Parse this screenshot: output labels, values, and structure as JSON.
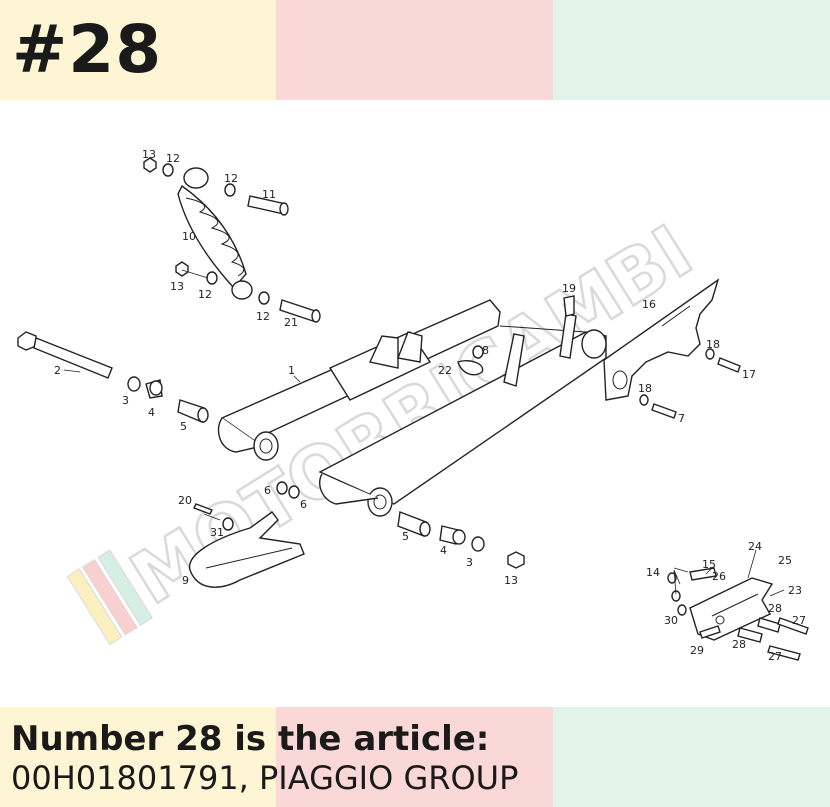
{
  "header": {
    "part_number": "#28",
    "band_colors": [
      "#fdf5d4",
      "#fbd8d8",
      "#e2f3ec"
    ]
  },
  "diagram": {
    "watermark": "MOTORRICAMBI",
    "callouts": [
      {
        "id": "l1",
        "text": "1"
      },
      {
        "id": "l2",
        "text": "2"
      },
      {
        "id": "l3a",
        "text": "3"
      },
      {
        "id": "l3b",
        "text": "3"
      },
      {
        "id": "l4a",
        "text": "4"
      },
      {
        "id": "l4b",
        "text": "4"
      },
      {
        "id": "l5a",
        "text": "5"
      },
      {
        "id": "l5b",
        "text": "5"
      },
      {
        "id": "l6a",
        "text": "6"
      },
      {
        "id": "l6b",
        "text": "6"
      },
      {
        "id": "l7",
        "text": "7"
      },
      {
        "id": "l8",
        "text": "8"
      },
      {
        "id": "l9",
        "text": "9"
      },
      {
        "id": "l10",
        "text": "10"
      },
      {
        "id": "l11",
        "text": "11"
      },
      {
        "id": "l12a",
        "text": "12"
      },
      {
        "id": "l12b",
        "text": "12"
      },
      {
        "id": "l12c",
        "text": "12"
      },
      {
        "id": "l12d",
        "text": "12"
      },
      {
        "id": "l13a",
        "text": "13"
      },
      {
        "id": "l13b",
        "text": "13"
      },
      {
        "id": "l13c",
        "text": "13"
      },
      {
        "id": "l14",
        "text": "14"
      },
      {
        "id": "l15",
        "text": "15"
      },
      {
        "id": "l16",
        "text": "16"
      },
      {
        "id": "l17",
        "text": "17"
      },
      {
        "id": "l18a",
        "text": "18"
      },
      {
        "id": "l18b",
        "text": "18"
      },
      {
        "id": "l19",
        "text": "19"
      },
      {
        "id": "l20",
        "text": "20"
      },
      {
        "id": "l21",
        "text": "21"
      },
      {
        "id": "l22",
        "text": "22"
      },
      {
        "id": "l23",
        "text": "23"
      },
      {
        "id": "l24",
        "text": "24"
      },
      {
        "id": "l25",
        "text": "25"
      },
      {
        "id": "l26",
        "text": "26"
      },
      {
        "id": "l27a",
        "text": "27"
      },
      {
        "id": "l27b",
        "text": "27"
      },
      {
        "id": "l28a",
        "text": "28"
      },
      {
        "id": "l28b",
        "text": "28"
      },
      {
        "id": "l29",
        "text": "29"
      },
      {
        "id": "l30",
        "text": "30"
      },
      {
        "id": "l31",
        "text": "31"
      }
    ]
  },
  "caption": {
    "line1": "Number 28 is the article:",
    "line2": "00H01801791, PIAGGIO GROUP"
  }
}
